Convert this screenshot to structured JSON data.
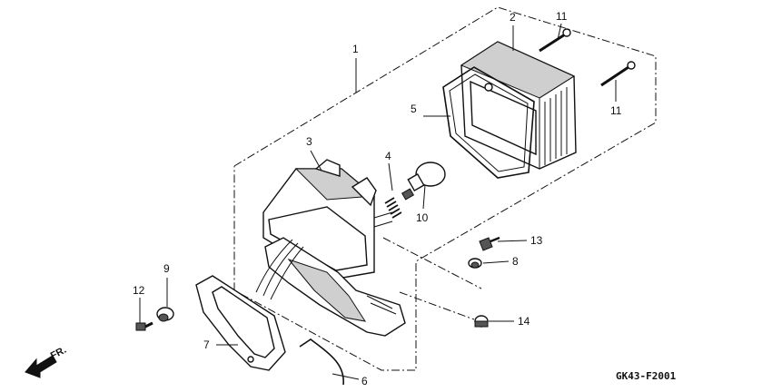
{
  "diagram": {
    "code": "GK43-F2001",
    "direction_label": "FR.",
    "callouts": [
      {
        "id": "c1",
        "text": "1"
      },
      {
        "id": "c2",
        "text": "2"
      },
      {
        "id": "c3",
        "text": "3"
      },
      {
        "id": "c4",
        "text": "4"
      },
      {
        "id": "c5",
        "text": "5"
      },
      {
        "id": "c6",
        "text": "6"
      },
      {
        "id": "c7",
        "text": "7"
      },
      {
        "id": "c8",
        "text": "8"
      },
      {
        "id": "c9",
        "text": "9"
      },
      {
        "id": "c10",
        "text": "10"
      },
      {
        "id": "c11a",
        "text": "11"
      },
      {
        "id": "c11b",
        "text": "11"
      },
      {
        "id": "c12",
        "text": "12"
      },
      {
        "id": "c13",
        "text": "13"
      },
      {
        "id": "c14",
        "text": "14"
      }
    ]
  }
}
